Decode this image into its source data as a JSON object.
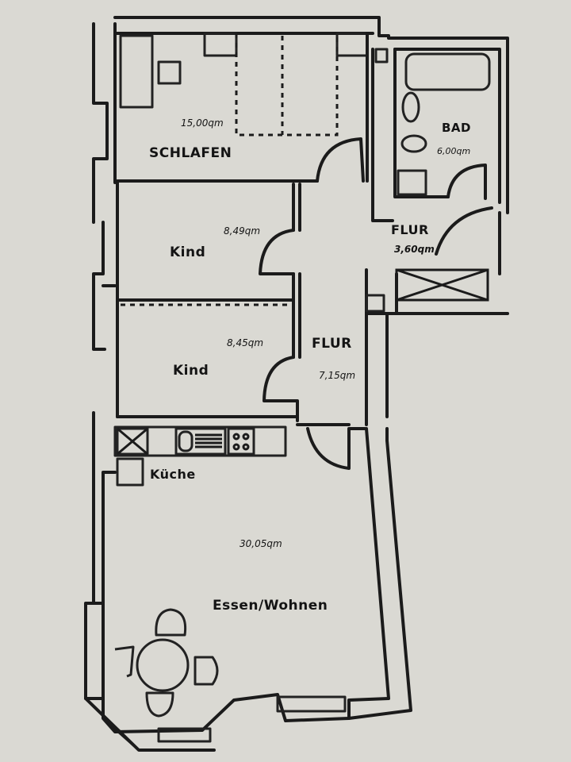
{
  "document": {
    "type": "floor plan",
    "units": "qm"
  },
  "rooms": [
    {
      "id": "schlafen",
      "name": "SCHLAFEN",
      "area": "15,00qm"
    },
    {
      "id": "bad",
      "name": "BAD",
      "area": "6,00qm"
    },
    {
      "id": "flur-small",
      "name": "FLUR",
      "area": "3,60qm"
    },
    {
      "id": "kind-1",
      "name": "Kind",
      "area": "8,49qm"
    },
    {
      "id": "kind-2",
      "name": "Kind",
      "area": "8,45qm"
    },
    {
      "id": "flur-main",
      "name": "FLUR",
      "area": "7,15qm"
    },
    {
      "id": "kueche",
      "name": "Küche",
      "area": ""
    },
    {
      "id": "essen-wohnen",
      "name": "Essen/Wohnen",
      "area": "30,05qm"
    }
  ],
  "colors": {
    "paper": "#dad9d3",
    "ink": "#1b1b1b"
  }
}
